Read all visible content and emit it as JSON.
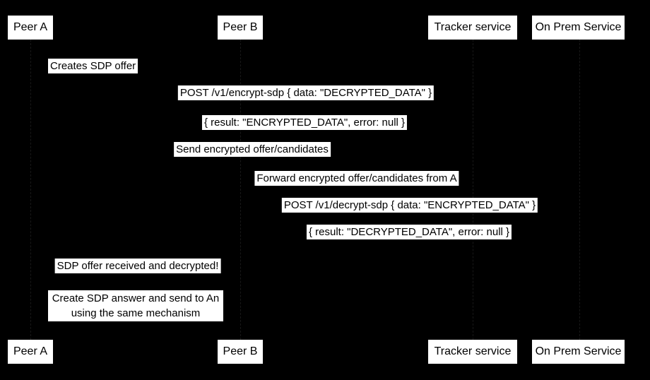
{
  "colors": {
    "background": "#000000",
    "label_background": "#ffffff",
    "label_text": "#000000"
  },
  "participants": {
    "peer_a": "Peer A",
    "peer_b": "Peer B",
    "tracker": "Tracker service",
    "on_prem": "On Prem Service"
  },
  "messages": [
    "Creates SDP offer",
    "POST /v1/encrypt-sdp { data: \"DECRYPTED_DATA\" }",
    "{ result: \"ENCRYPTED_DATA\", error: null }",
    "Send encrypted offer/candidates",
    "Forward encrypted offer/candidates from A",
    "POST /v1/decrypt-sdp { data: \"ENCRYPTED_DATA\" }",
    "{ result: \"DECRYPTED_DATA\", error: null }",
    "SDP offer received and decrypted!"
  ],
  "note": {
    "line1": "Create SDP answer and send to An",
    "line2": "using the same mechanism"
  }
}
